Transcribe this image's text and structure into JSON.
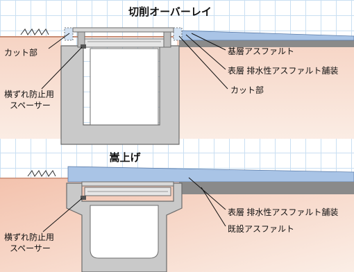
{
  "top": {
    "title": "切削オーバーレイ",
    "labels": {
      "cut_left": "カット部",
      "spacer_line1": "横ずれ防止用",
      "spacer_line2": "スペーサー",
      "base_asphalt": "基層アスファルト",
      "surface_asphalt": "表層 排水性アスファルト舗装",
      "cut_right": "カット部"
    }
  },
  "bottom": {
    "title": "嵩上げ",
    "labels": {
      "surface_asphalt": "表層 排水性アスファルト舗装",
      "existing_asphalt": "既設アスファルト",
      "spacer_line1": "横ずれ防止用",
      "spacer_line2": "スペーサー"
    }
  },
  "colors": {
    "soil": "#f4c9b6",
    "concrete": "#c9c9c9",
    "concrete_edge": "#6b6b6b",
    "surface_blue": "#a9c4e6",
    "base_gray": "#8a8a8a",
    "grid": "#c9dff2"
  }
}
